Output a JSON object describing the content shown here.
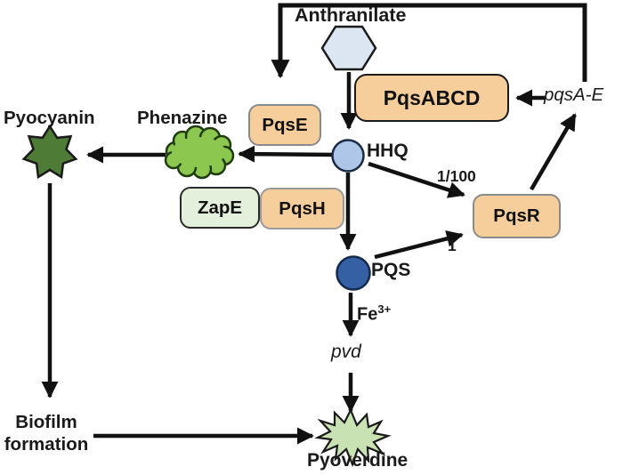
{
  "figure": {
    "type": "pathway-diagram",
    "topic": "Pseudomonas quinolone signal (PQS) quorum-sensing pathway"
  },
  "labels": {
    "anthranilate": "Anthranilate",
    "pyocyanin": "Pyocyanin",
    "phenazine": "Phenazine",
    "hhq": "HHQ",
    "pqs": "PQS",
    "pvd": "pvd",
    "pqsa_e": "pqsA-E",
    "pyoverdine": "Pyoverdine",
    "biofilm_line1": "Biofilm",
    "biofilm_line2": "formation",
    "fe_base": "Fe",
    "fe_sup": "3+",
    "ratio_hhq_pqsr": "1/100",
    "ratio_pqs_pqsr": "1"
  },
  "boxes": {
    "pqsabcd": "PqsABCD",
    "pqse": "PqsE",
    "zape": "ZapE",
    "pqsh": "PqsH",
    "pqsr": "PqsR"
  },
  "shapes": {
    "anthranilate": "hexagon",
    "hhq": "circle",
    "pqs": "circle",
    "phenazine": "cloud",
    "pyocyanin": "star-7-point",
    "pyoverdine": "starburst"
  },
  "colors": {
    "box_orange": "#F6CE9B",
    "box_green": "#E5F0DC",
    "hexagon_blue": "#DCE6F2",
    "hhq_blue": "#AEC6E8",
    "pqs_blue": "#3560A4",
    "phenazine_green": "#8CC750",
    "pyocyanin_green": "#4E7B36",
    "pyoverdine_green": "#C9E2B4",
    "line_black": "#111111"
  }
}
